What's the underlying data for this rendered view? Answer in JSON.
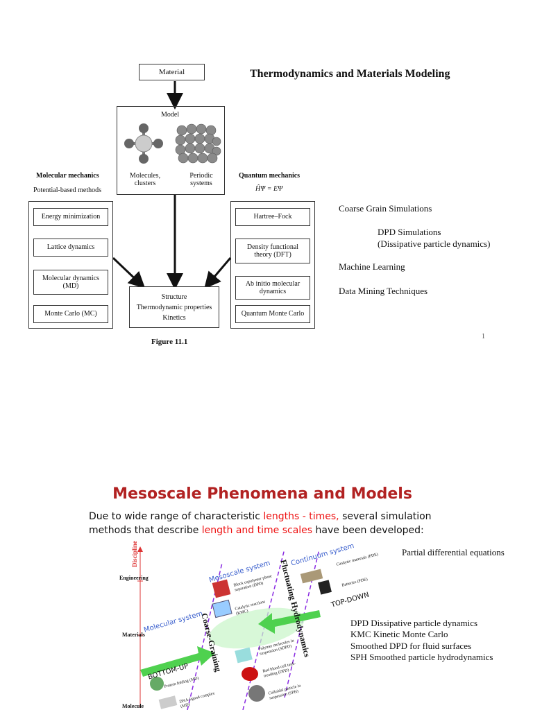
{
  "slide1": {
    "title": "Thermodynamics and Materials Modeling",
    "figure": {
      "material_label": "Material",
      "model_label": "Model",
      "molecules_label": "Molecules, clusters",
      "periodic_label": "Periodic systems",
      "mm_title": "Molecular mechanics",
      "mm_subtitle": "Potential-based methods",
      "qm_title": "Quantum mechanics",
      "qm_equation": "ĤΨ = EΨ",
      "mm_items": [
        "Energy minimization",
        "Lattice dynamics",
        "Molecular dynamics (MD)",
        "Monte Carlo (MC)"
      ],
      "qm_items": [
        "Hartree–Fock",
        "Density functional theory (DFT)",
        "Ab initio molecular dynamics",
        "Quantum Monte Carlo"
      ],
      "center_lines": [
        "Structure",
        "Thermodynamic properties",
        "Kinetics"
      ],
      "caption": "Figure 11.1"
    },
    "right_list": {
      "item1": "Coarse Grain Simulations",
      "item2": "DPD Simulations",
      "item3": "(Dissipative particle dynamics)",
      "item4": "Machine Learning",
      "item5": "Data Mining Techniques"
    },
    "page_number": "1"
  },
  "slide2": {
    "title": "Mesoscale Phenomena and Models",
    "intro_a": "Due to wide range of characteristic ",
    "intro_b": "lengths - times,",
    "intro_c": " several simulation methods that describe ",
    "intro_d": "length and time scales",
    "intro_e": " have been developed:",
    "pde_note": "Partial differential equations",
    "abbrev": [
      "DPD Dissipative particle dynamics",
      "KMC Kinetic Monte Carlo",
      "Smoothed DPD for fluid surfaces",
      "SPH Smoothed particle hydrodynamics"
    ],
    "diagram": {
      "discipline": "Discipline",
      "engineering": "Engineering",
      "materials": "Materials",
      "molecule": "Molecule",
      "molecular_system": "Molecular system",
      "mesoscale_system": "Mesoscale system",
      "continuum_system": "Continuum system",
      "coarse_graining": "Coarse-Graining",
      "fluctuating_hydro": "Fluctuating Hydrodynamics",
      "bottom_up": "BOTTOM-UP",
      "top_down": "TOP-DOWN",
      "labels": {
        "block": "Block copolymer phase separation (DPD)",
        "catalytic_reactions": "Catalytic reactions (KMC)",
        "polymer": "Polymer molecules in suspension (SDPD)",
        "rbc": "Red blood cell tank-treading (DPD)",
        "colloidal": "Colloidal particle in suspension (SPH)",
        "catalytic_materials": "Catalytic materials (PDE)",
        "batteries": "Batteries (PDE)",
        "protein": "Protein folding (MD)",
        "dna": "DNA-ligand complex (MD)"
      }
    },
    "colors": {
      "title_red": "#b22222",
      "highlight_red": "#e11111",
      "arrow_green": "#4fd14f",
      "dashed_purple": "#8a2be2"
    }
  }
}
